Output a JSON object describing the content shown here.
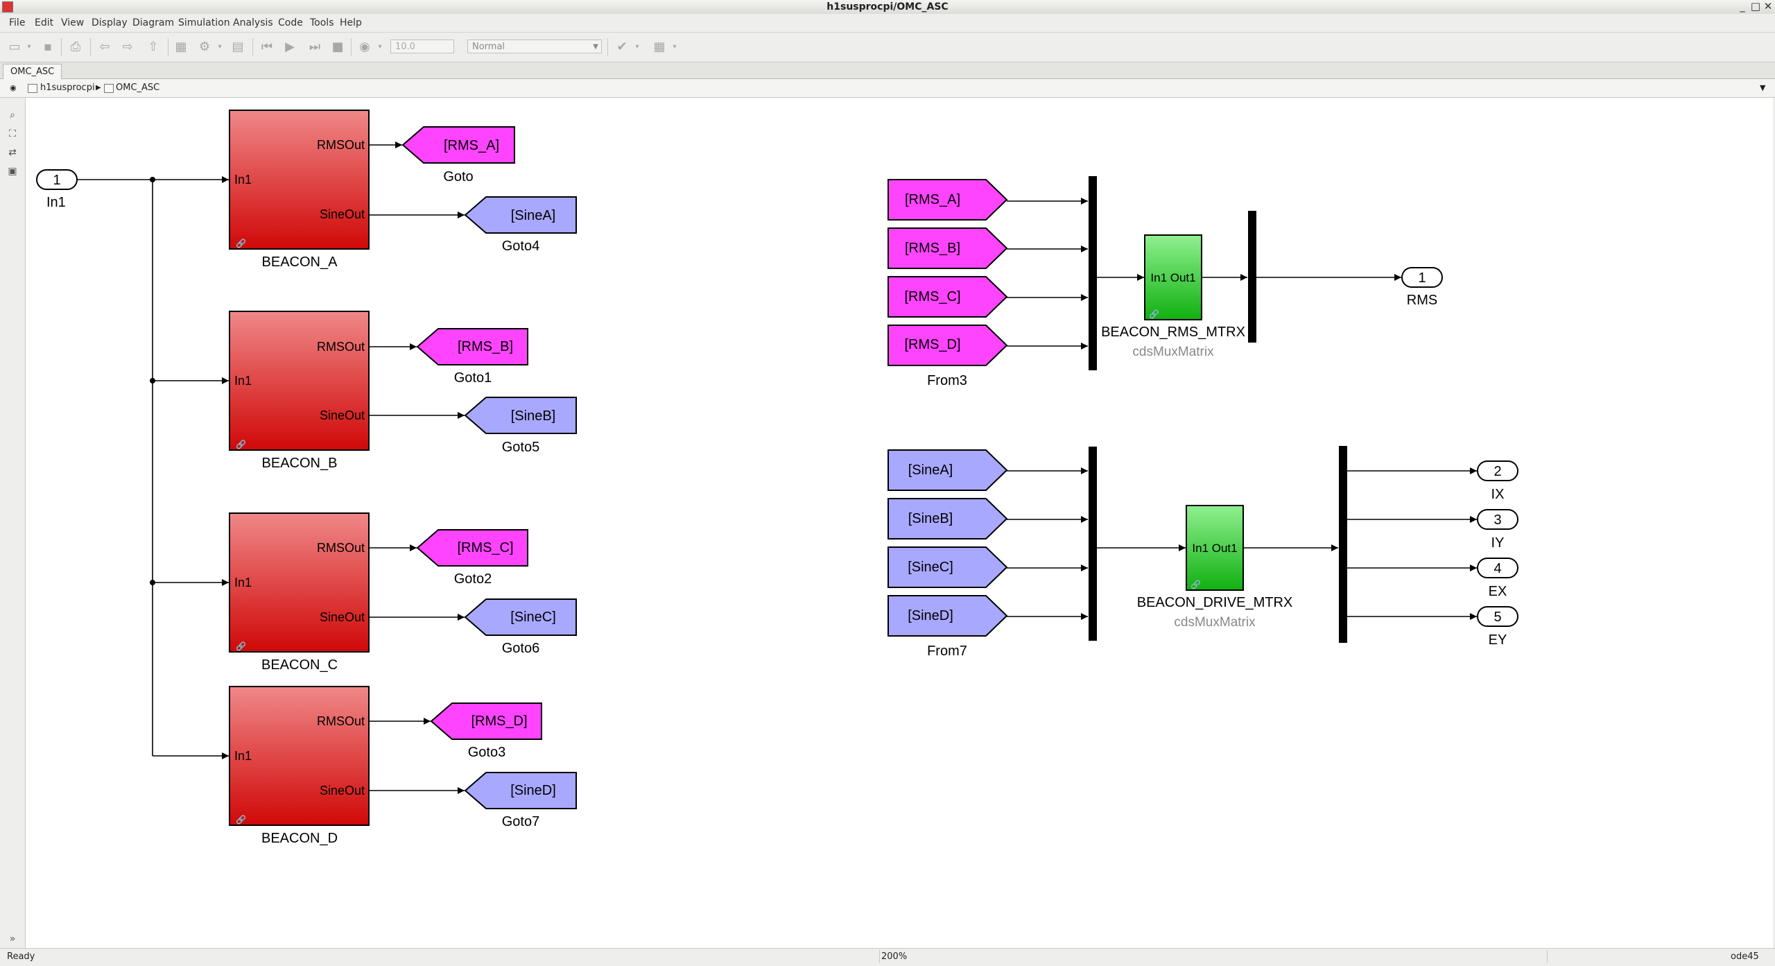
{
  "window": {
    "title": "h1susprocpi/OMC_ASC",
    "controls": [
      "_",
      "□",
      "✕"
    ]
  },
  "menu": [
    "File",
    "Edit",
    "View",
    "Display",
    "Diagram",
    "Simulation",
    "Analysis",
    "Code",
    "Tools",
    "Help"
  ],
  "toolbar": {
    "stop_time": "10.0",
    "sim_mode": "Normal"
  },
  "tabs": [
    "OMC_ASC"
  ],
  "breadcrumb": [
    "h1susprocpi",
    "OMC_ASC"
  ],
  "status": {
    "state": "Ready",
    "zoom": "200%",
    "solver": "ode45"
  },
  "colors": {
    "red_block": "#e02020",
    "magenta_tag": "#ff44ff",
    "blue_tag": "#a8a8ff",
    "green_block": "#22cc22"
  },
  "diagram": {
    "inport": {
      "number": "1",
      "name": "In1"
    },
    "beacons": [
      {
        "name": "BEACON_A",
        "in": "In1",
        "out1": "RMSOut",
        "out2": "SineOut"
      },
      {
        "name": "BEACON_B",
        "in": "In1",
        "out1": "RMSOut",
        "out2": "SineOut"
      },
      {
        "name": "BEACON_C",
        "in": "In1",
        "out1": "RMSOut",
        "out2": "SineOut"
      },
      {
        "name": "BEACON_D",
        "in": "In1",
        "out1": "RMSOut",
        "out2": "SineOut"
      }
    ],
    "gotos": [
      {
        "tag": "[RMS_A]",
        "name": "Goto"
      },
      {
        "tag": "[SineA]",
        "name": "Goto4"
      },
      {
        "tag": "[RMS_B]",
        "name": "Goto1"
      },
      {
        "tag": "[SineB]",
        "name": "Goto5"
      },
      {
        "tag": "[RMS_C]",
        "name": "Goto2"
      },
      {
        "tag": "[SineC]",
        "name": "Goto6"
      },
      {
        "tag": "[RMS_D]",
        "name": "Goto3"
      },
      {
        "tag": "[SineD]",
        "name": "Goto7"
      }
    ],
    "from_rms": {
      "tags": [
        "[RMS_A]",
        "[RMS_B]",
        "[RMS_C]",
        "[RMS_D]"
      ],
      "name": "From3"
    },
    "from_sine": {
      "tags": [
        "[SineA]",
        "[SineB]",
        "[SineC]",
        "[SineD]"
      ],
      "name": "From7"
    },
    "rms_matrix": {
      "name": "BEACON_RMS_MTRX",
      "lib": "cdsMuxMatrix",
      "ports": "In1 Out1"
    },
    "drive_matrix": {
      "name": "BEACON_DRIVE_MTRX",
      "lib": "cdsMuxMatrix",
      "ports": "In1 Out1"
    },
    "outports": [
      {
        "number": "1",
        "name": "RMS"
      },
      {
        "number": "2",
        "name": "IX"
      },
      {
        "number": "3",
        "name": "IY"
      },
      {
        "number": "4",
        "name": "EX"
      },
      {
        "number": "5",
        "name": "EY"
      }
    ]
  }
}
